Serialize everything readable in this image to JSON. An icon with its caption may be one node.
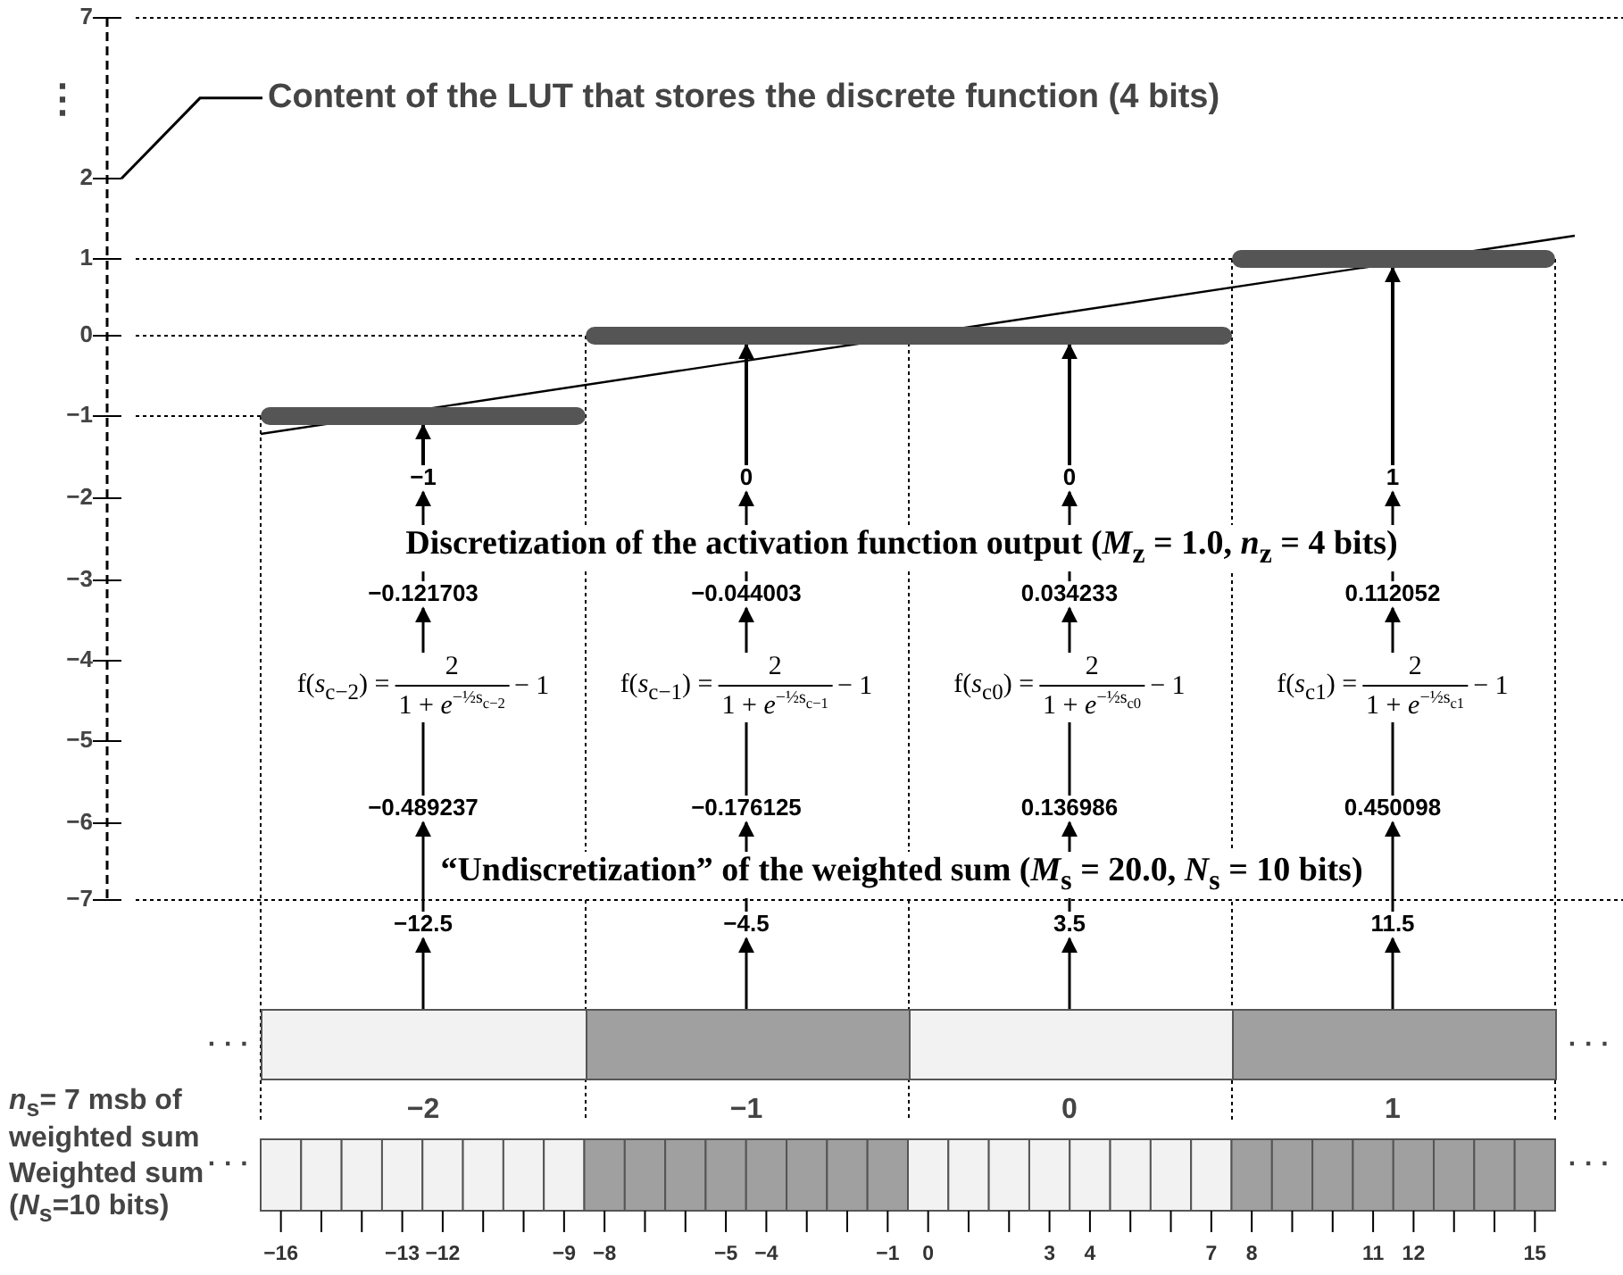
{
  "diagram": {
    "nodes": [
      {
        "text": [
          "Content of the LUT that stores the discrete function (4 bits)"
        ]
      },
      {
        "text": [],
        "shape": "bar"
      },
      {
        "text": [],
        "shape": "bar"
      },
      {
        "text": [],
        "shape": "bar"
      },
      {
        "text": [
          "−1"
        ]
      },
      {
        "text": [
          "0"
        ]
      },
      {
        "text": [
          "0"
        ]
      },
      {
        "text": [
          "1"
        ]
      },
      {
        "text": [
          "−0.121703"
        ]
      },
      {
        "text": [
          "−0.044003"
        ]
      },
      {
        "text": [
          "0.034233"
        ]
      },
      {
        "text": [
          "0.112052"
        ]
      },
      {
        "text": [
          "f(*s*$_{c−2}$) =",
          "2",
          "1 + *e*",
          "$^{−½s}$$_{c−2}$",
          "− 1"
        ]
      },
      {
        "text": [
          "f(*s*$_{c−1}$) =",
          "2",
          "1 + *e*",
          "$^{−½s}$$_{c−1}$",
          "− 1"
        ]
      },
      {
        "text": [
          "f(*s*$_{c0}$) =",
          "2",
          "1 + *e*",
          "$^{−½s}$$_{c0}$",
          "− 1"
        ]
      },
      {
        "text": [
          "f(*s*$_{c1}$) =",
          "2",
          "1 + *e*",
          "$^{−½s}$$_{c1}$",
          "− 1"
        ]
      },
      {
        "text": [
          "−0.489237"
        ]
      },
      {
        "text": [
          "−0.176125"
        ]
      },
      {
        "text": [
          "0.136986"
        ]
      },
      {
        "text": [
          "0.450098"
        ]
      },
      {
        "text": [
          "−12.5"
        ]
      },
      {
        "text": [
          "−4.5"
        ]
      },
      {
        "text": [
          "3.5"
        ]
      },
      {
        "text": [
          "11.5"
        ]
      },
      {
        "text": [],
        "shape": "box",
        "beside": [
          "−2"
        ]
      },
      {
        "text": [],
        "shape": "box",
        "beside": [
          "−1"
        ]
      },
      {
        "text": [],
        "shape": "box",
        "beside": [
          "0"
        ]
      },
      {
        "text": [],
        "shape": "box",
        "beside": [
          "1"
        ]
      },
      {
        "text": [],
        "shape": "line"
      }
    ],
    "edges": [
      {
        "from": 0,
        "to": 28,
        "arrow": "none"
      },
      {
        "from": 24,
        "to": 20,
        "arrow": "to"
      },
      {
        "from": 20,
        "to": 16,
        "arrow": "to"
      },
      {
        "from": 16,
        "to": 12,
        "arrow": "none"
      },
      {
        "from": 12,
        "to": 8,
        "arrow": "to"
      },
      {
        "from": 8,
        "to": 4,
        "arrow": "to"
      },
      {
        "from": 4,
        "to": 1,
        "arrow": "to"
      },
      {
        "from": 25,
        "to": 21,
        "arrow": "to"
      },
      {
        "from": 21,
        "to": 17,
        "arrow": "to"
      },
      {
        "from": 17,
        "to": 13,
        "arrow": "none"
      },
      {
        "from": 13,
        "to": 9,
        "arrow": "to"
      },
      {
        "from": 9,
        "to": 5,
        "arrow": "to"
      },
      {
        "from": 5,
        "to": 2,
        "arrow": "to"
      },
      {
        "from": 26,
        "to": 22,
        "arrow": "to"
      },
      {
        "from": 22,
        "to": 18,
        "arrow": "to"
      },
      {
        "from": 18,
        "to": 14,
        "arrow": "none"
      },
      {
        "from": 14,
        "to": 10,
        "arrow": "to"
      },
      {
        "from": 10,
        "to": 6,
        "arrow": "to"
      },
      {
        "from": 6,
        "to": 2,
        "arrow": "to"
      },
      {
        "from": 27,
        "to": 23,
        "arrow": "to"
      },
      {
        "from": 23,
        "to": 19,
        "arrow": "to"
      },
      {
        "from": 19,
        "to": 15,
        "arrow": "none"
      },
      {
        "from": 15,
        "to": 11,
        "arrow": "to"
      },
      {
        "from": 11,
        "to": 7,
        "arrow": "to"
      },
      {
        "from": 7,
        "to": 3,
        "arrow": "to"
      }
    ],
    "labels": [
      "7",
      "⋮",
      "2",
      "1",
      "0",
      "−1",
      "−2",
      "−3",
      "−4",
      "−5",
      "−6",
      "−7",
      "Discretization of the activation function output (*M*$_{z}$ = 1.0, *n*$_{z}$ = 4 bits)",
      "“Undiscretization” of the weighted sum (*M*$_{s}$ = 20.0, *N*$_{s}$ = 10 bits)",
      "· · ·",
      "· · ·",
      "*n*$_{s}$= 7 msb of weighted sum",
      "Weighted sum (*N*$_{s}$=10 bits)",
      "· · ·",
      "· · ·",
      "−16",
      "−13",
      "−12",
      "−9",
      "−8",
      "−5",
      "−4",
      "−1",
      "0",
      "3",
      "4",
      "7",
      "8",
      "11",
      "12",
      "15"
    ]
  }
}
